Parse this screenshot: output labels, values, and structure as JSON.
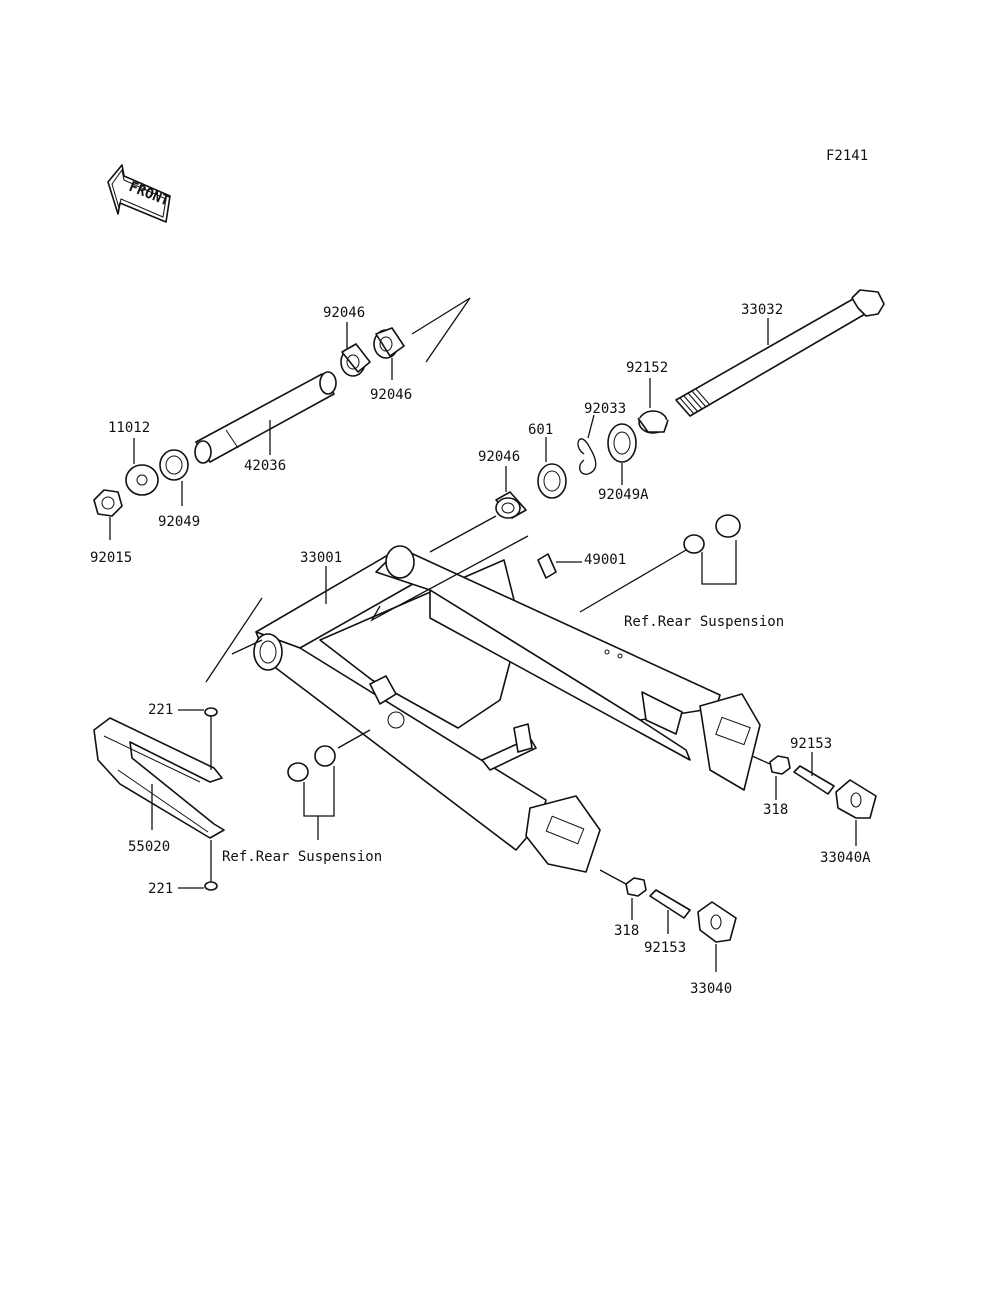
{
  "figure_code": "F2141",
  "front_label": "FRONT",
  "ref_label": "Ref.Rear Suspension",
  "parts": {
    "p33032": "33032",
    "p92152": "92152",
    "p92046_top": "92046",
    "p92046_top2": "92046",
    "p92033": "92033",
    "p601": "601",
    "p92046_mid": "92046",
    "p92049A": "92049A",
    "p11012": "11012",
    "p42036": "42036",
    "p92049": "92049",
    "p92015": "92015",
    "p33001": "33001",
    "p49001": "49001",
    "p221_top": "221",
    "p221_bottom": "221",
    "p55020": "55020",
    "p92153_right": "92153",
    "p318_right": "318",
    "p33040A": "33040A",
    "p318_bottom": "318",
    "p92153_bottom": "92153",
    "p33040": "33040"
  }
}
